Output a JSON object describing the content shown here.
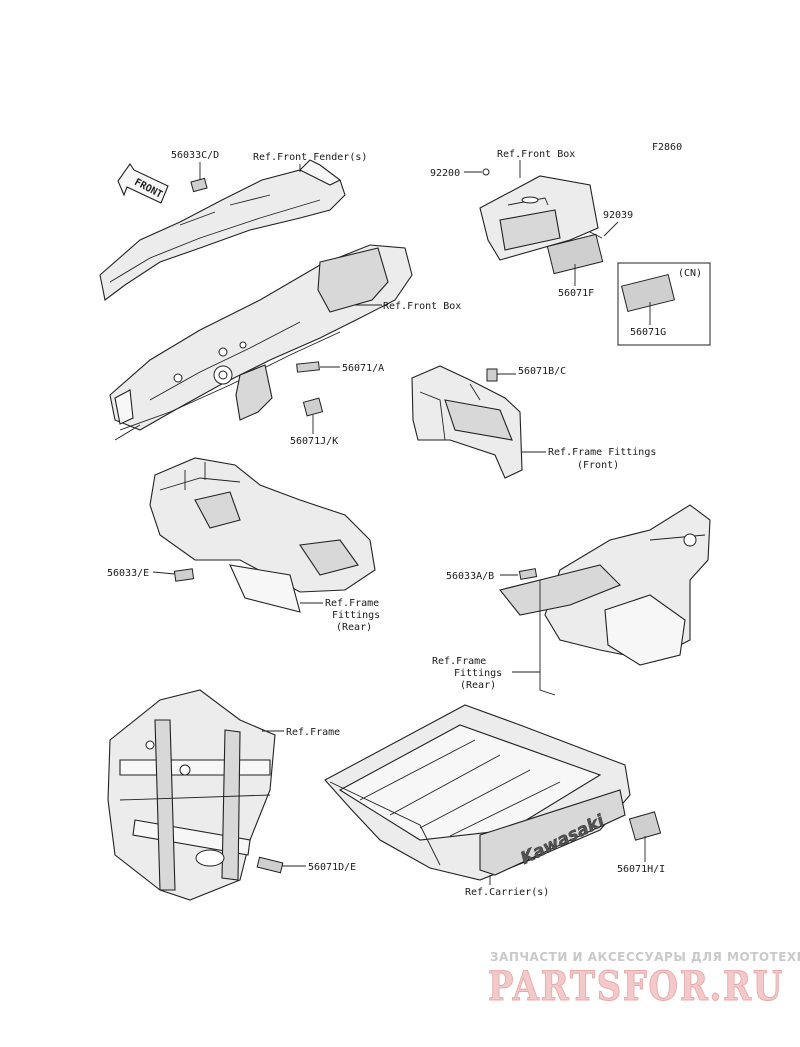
{
  "figure_code": "F2860",
  "front_arrow_label": "FRONT",
  "brand_mark": "Kawasaki",
  "callouts": {
    "c56033CD": "56033C/D",
    "ref_front_fender": "Ref.Front Fender(s)",
    "ref_front_box_top": "Ref.Front Box",
    "ref_front_box_mid": "Ref.Front Box",
    "c92200": "92200",
    "c92039": "92039",
    "c56071F": "56071F",
    "cn": "(CN)",
    "c56071G": "56071G",
    "c56071A": "56071/A",
    "c56071JK": "56071J/K",
    "c56071BC": "56071B/C",
    "ref_frame_fittings_front_1": "Ref.Frame Fittings",
    "ref_frame_fittings_front_2": "(Front)",
    "c56033E": "56033/E",
    "ref_frame_fittings_rear_a1": "Ref.Frame",
    "ref_frame_fittings_rear_a2": "Fittings",
    "ref_frame_fittings_rear_a3": "(Rear)",
    "c56033AB": "56033A/B",
    "ref_frame_fittings_rear_b1": "Ref.Frame",
    "ref_frame_fittings_rear_b2": "Fittings",
    "ref_frame_fittings_rear_b3": "(Rear)",
    "ref_frame": "Ref.Frame",
    "c56071DE": "56071D/E",
    "c56071HI": "56071H/I",
    "ref_carriers": "Ref.Carrier(s)"
  },
  "watermark": {
    "tagline": "ЗАПЧАСТИ И АКСЕССУАРЫ ДЛЯ МОТОТЕХНИКИ",
    "logo": "PARTSFOR.RU"
  },
  "colors": {
    "line": "#222222",
    "watermark_logo": "#f3c9c9",
    "watermark_tagline": "#c9c9c9"
  }
}
